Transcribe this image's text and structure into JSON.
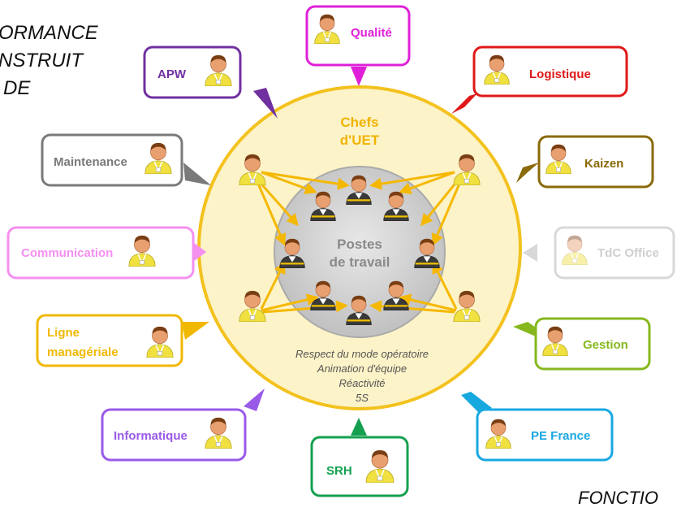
{
  "corner_text": {
    "line1": "ORMANCE",
    "line2": "NSTRUIT",
    "line3": "DE",
    "bottom": "FONCTIO"
  },
  "center": {
    "outer_label_1": "Chefs",
    "outer_label_2": "d'UET",
    "inner_label_1": "Postes",
    "inner_label_2": "de travail",
    "activities": [
      "Respect du mode opératoire",
      "Animation d'équipe",
      "Réactivité",
      "5S"
    ]
  },
  "functions": [
    {
      "id": "qualite",
      "label": "Qualité",
      "color": "#e020d8"
    },
    {
      "id": "logistique",
      "label": "Logistique",
      "color": "#e01818"
    },
    {
      "id": "kaizen",
      "label": "Kaizen",
      "color": "#8a6a0a"
    },
    {
      "id": "tdc-office",
      "label": "TdC Office",
      "color": "#d8d8d8"
    },
    {
      "id": "gestion",
      "label": "Gestion",
      "color": "#86b81e"
    },
    {
      "id": "pe-france",
      "label": "PE France",
      "color": "#18a8e0"
    },
    {
      "id": "srh",
      "label": "SRH",
      "color": "#14a050"
    },
    {
      "id": "informatique",
      "label": "Informatique",
      "color": "#9a5ae8"
    },
    {
      "id": "ligne-manageriale",
      "label_line1": "Ligne",
      "label_line2": "managériale",
      "color": "#f0b800"
    },
    {
      "id": "communication",
      "label": "Communication",
      "color": "#f490f0"
    },
    {
      "id": "maintenance",
      "label": "Maintenance",
      "color": "#7a7a7a"
    },
    {
      "id": "apw",
      "label": "APW",
      "color": "#7030a0"
    }
  ],
  "icons": {
    "person": "person-icon"
  }
}
